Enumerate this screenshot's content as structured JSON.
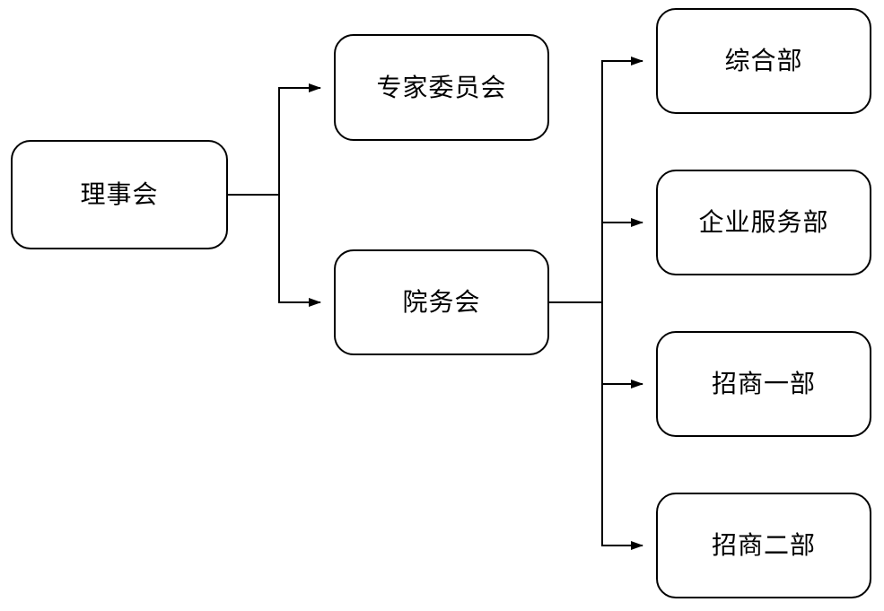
{
  "diagram": {
    "type": "org-chart",
    "nodes": [
      {
        "id": "board",
        "label": "理事会"
      },
      {
        "id": "expert-committee",
        "label": "专家委员会"
      },
      {
        "id": "academy-council",
        "label": "院务会"
      },
      {
        "id": "general-dept",
        "label": "综合部"
      },
      {
        "id": "enterprise-service",
        "label": "企业服务部"
      },
      {
        "id": "investment-dept-1",
        "label": "招商一部"
      },
      {
        "id": "investment-dept-2",
        "label": "招商二部"
      }
    ],
    "edges": [
      {
        "from": "理事会",
        "to": "专家委员会"
      },
      {
        "from": "理事会",
        "to": "院务会"
      },
      {
        "from": "院务会",
        "to": "综合部"
      },
      {
        "from": "院务会",
        "to": "企业服务部"
      },
      {
        "from": "院务会",
        "to": "招商一部"
      },
      {
        "from": "院务会",
        "to": "招商二部"
      }
    ],
    "colors": {
      "background": "#ffffff",
      "box_fill": "#ffffff",
      "box_border": "#000000",
      "line": "#000000",
      "text": "#000000"
    }
  }
}
